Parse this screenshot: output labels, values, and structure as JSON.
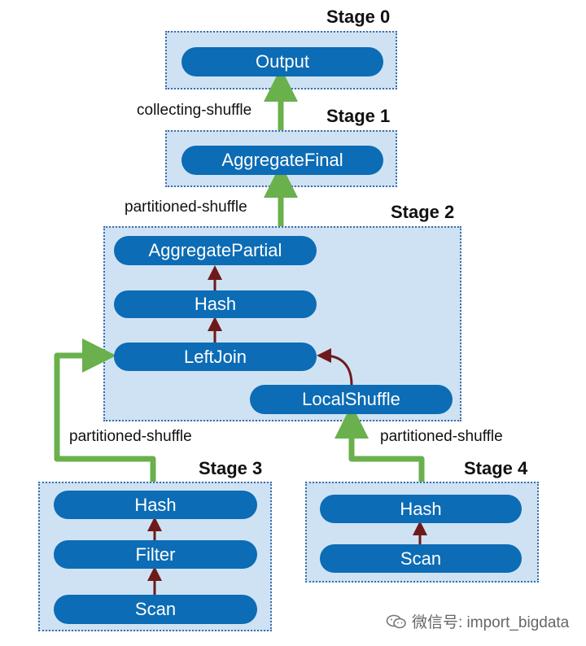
{
  "stages": {
    "s0": {
      "label": "Stage 0"
    },
    "s1": {
      "label": "Stage 1"
    },
    "s2": {
      "label": "Stage 2"
    },
    "s3": {
      "label": "Stage 3"
    },
    "s4": {
      "label": "Stage 4"
    }
  },
  "operators": {
    "output": "Output",
    "aggregate_final": "AggregateFinal",
    "aggregate_partial": "AggregatePartial",
    "hash_s2": "Hash",
    "left_join": "LeftJoin",
    "local_shuffle": "LocalShuffle",
    "hash_s3": "Hash",
    "filter": "Filter",
    "scan_s3": "Scan",
    "hash_s4": "Hash",
    "scan_s4": "Scan"
  },
  "edges": {
    "collecting": "collecting-shuffle",
    "partitioned_1": "partitioned-shuffle",
    "partitioned_3": "partitioned-shuffle",
    "partitioned_4": "partitioned-shuffle"
  },
  "watermark": {
    "text": "微信号: import_bigdata"
  },
  "colors": {
    "stage_fill": "#cfe2f3",
    "stage_border": "#3d6ea8",
    "operator": "#0c6cb5",
    "exchange_arrow": "#6ab04c",
    "local_arrow": "#6e1a1a"
  }
}
